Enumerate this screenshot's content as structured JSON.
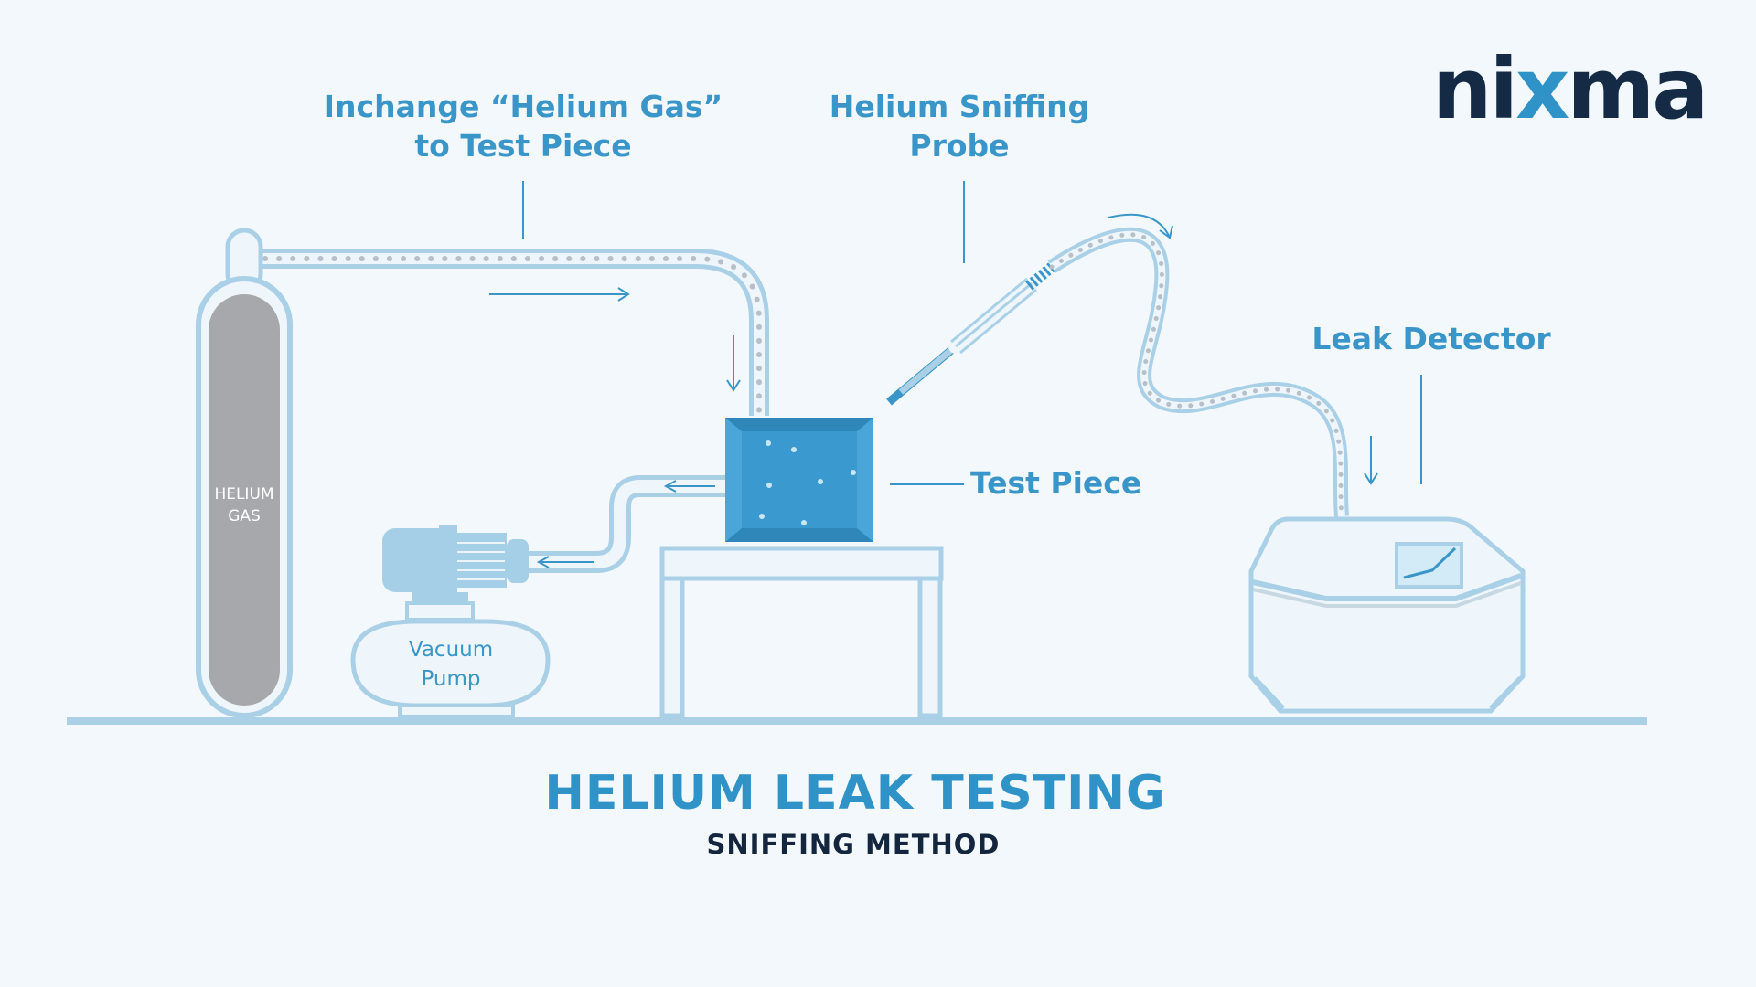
{
  "brand": {
    "logo_prefix": "ni",
    "logo_accent": "x",
    "logo_suffix": "ma",
    "accent_color": "#2f93c7",
    "dark_color": "#142a45"
  },
  "labels": {
    "inchange_line1": "Inchange “Helium Gas”",
    "inchange_line2": "to Test Piece",
    "probe_line1": "Helium Sniffing",
    "probe_line2": "Probe",
    "leak_detector": "Leak Detector",
    "test_piece": "Test Piece",
    "cylinder_line1": "HELIUM",
    "cylinder_line2": "GAS",
    "pump_line1": "Vacuum",
    "pump_line2": "Pump"
  },
  "title": "HELIUM LEAK TESTING",
  "subtitle": "SNIFFING METHOD",
  "colors": {
    "outline": "#a9d0e6",
    "fill_light": "#eef6fb",
    "cylinder": "#a7a8ab",
    "test_piece": "#3a99cf",
    "text_blue": "#3a96c8"
  }
}
